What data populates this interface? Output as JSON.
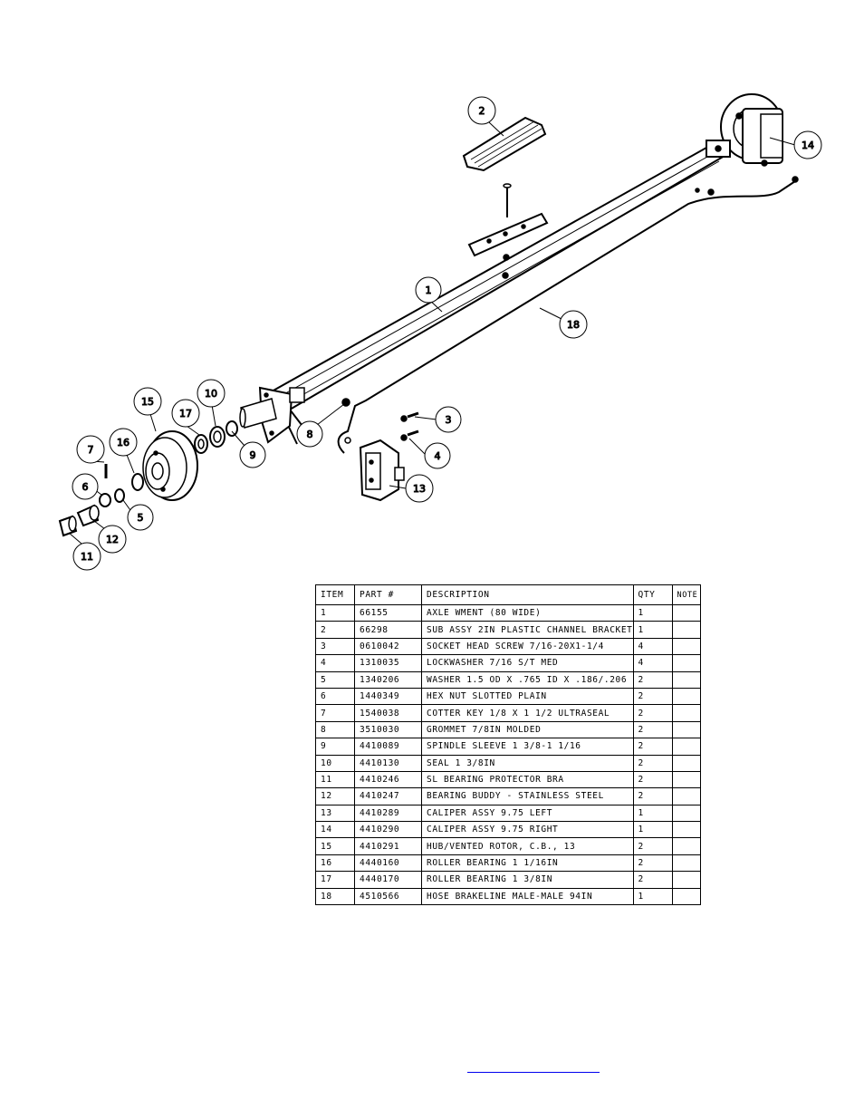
{
  "callouts": [
    "1",
    "2",
    "3",
    "4",
    "5",
    "6",
    "7",
    "8",
    "9",
    "10",
    "11",
    "12",
    "13",
    "14",
    "15",
    "16",
    "17",
    "18"
  ],
  "table": {
    "headers": {
      "item": "ITEM",
      "part": "PART #",
      "description": "DESCRIPTION",
      "qty": "QTY",
      "note": "NOTE"
    },
    "rows": [
      {
        "item": "1",
        "part": "66155",
        "description": "AXLE WMENT (80 WIDE)",
        "qty": "1",
        "note": ""
      },
      {
        "item": "2",
        "part": "66298",
        "description": "SUB ASSY 2IN PLASTIC CHANNEL BRACKET",
        "qty": "1",
        "note": ""
      },
      {
        "item": "3",
        "part": "0610042",
        "description": "SOCKET HEAD SCREW 7/16-20X1-1/4",
        "qty": "4",
        "note": ""
      },
      {
        "item": "4",
        "part": "1310035",
        "description": "LOCKWASHER 7/16 S/T MED",
        "qty": "4",
        "note": ""
      },
      {
        "item": "5",
        "part": "1340206",
        "description": "WASHER 1.5 OD X .765 ID X .186/.206",
        "qty": "2",
        "note": ""
      },
      {
        "item": "6",
        "part": "1440349",
        "description": "HEX NUT SLOTTED PLAIN",
        "qty": "2",
        "note": ""
      },
      {
        "item": "7",
        "part": "1540038",
        "description": "COTTER KEY 1/8 X 1 1/2 ULTRASEAL",
        "qty": "2",
        "note": ""
      },
      {
        "item": "8",
        "part": "3510030",
        "description": "GROMMET  7/8IN MOLDED",
        "qty": "2",
        "note": ""
      },
      {
        "item": "9",
        "part": "4410089",
        "description": "SPINDLE SLEEVE  1 3/8-1 1/16",
        "qty": "2",
        "note": ""
      },
      {
        "item": "10",
        "part": "4410130",
        "description": "SEAL  1 3/8IN",
        "qty": "2",
        "note": ""
      },
      {
        "item": "11",
        "part": "4410246",
        "description": "SL BEARING PROTECTOR BRA",
        "qty": "2",
        "note": ""
      },
      {
        "item": "12",
        "part": "4410247",
        "description": "BEARING BUDDY - STAINLESS STEEL",
        "qty": "2",
        "note": ""
      },
      {
        "item": "13",
        "part": "4410289",
        "description": "CALIPER ASSY 9.75 LEFT",
        "qty": "1",
        "note": ""
      },
      {
        "item": "14",
        "part": "4410290",
        "description": "CALIPER ASSY 9.75 RIGHT",
        "qty": "1",
        "note": ""
      },
      {
        "item": "15",
        "part": "4410291",
        "description": "HUB/VENTED ROTOR, C.B.,  13",
        "qty": "2",
        "note": ""
      },
      {
        "item": "16",
        "part": "4440160",
        "description": "ROLLER BEARING   1 1/16IN",
        "qty": "2",
        "note": ""
      },
      {
        "item": "17",
        "part": "4440170",
        "description": "ROLLER BEARING   1 3/8IN",
        "qty": "2",
        "note": ""
      },
      {
        "item": "18",
        "part": "4510566",
        "description": "HOSE BRAKELINE MALE-MALE 94IN",
        "qty": "1",
        "note": ""
      }
    ]
  },
  "colors": {
    "line": "#000000",
    "link": "#0000ee"
  }
}
